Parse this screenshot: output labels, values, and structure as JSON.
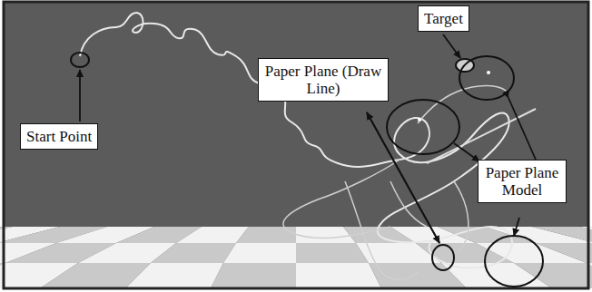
{
  "diagram": {
    "nodes": [
      {
        "text": [
          "Target"
        ]
      },
      {
        "text": [
          "Paper Plane (Draw Line)"
        ]
      },
      {
        "text": [
          "Start Point"
        ]
      },
      {
        "text": [
          "Paper Plane Model"
        ]
      }
    ]
  }
}
